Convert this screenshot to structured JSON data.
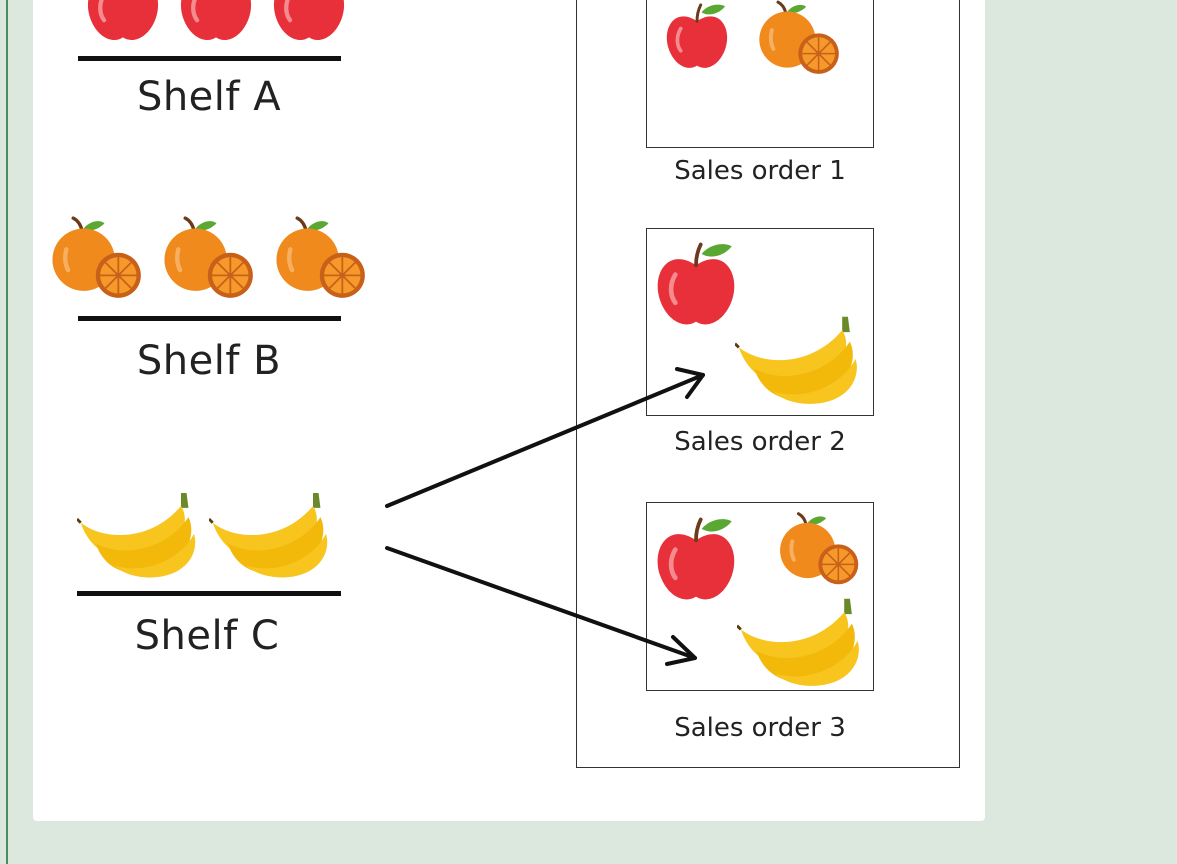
{
  "shelves": [
    {
      "label": "Shelf A",
      "fruit": "apple-icon"
    },
    {
      "label": "Shelf B",
      "fruit": "orange-icon"
    },
    {
      "label": "Shelf C",
      "fruit": "banana-icon"
    }
  ],
  "orders": [
    {
      "label": "Sales order 1",
      "items": [
        "apple-icon",
        "orange-icon"
      ]
    },
    {
      "label": "Sales order 2",
      "items": [
        "apple-icon",
        "banana-icon"
      ]
    },
    {
      "label": "Sales order 3",
      "items": [
        "apple-icon",
        "orange-icon",
        "banana-icon"
      ]
    }
  ],
  "arrows": [
    {
      "from": "Shelf C",
      "to": "Sales order 2"
    },
    {
      "from": "Shelf C",
      "to": "Sales order 3"
    }
  ],
  "colors": {
    "background": "#dce8de",
    "accent_rule": "#4f8a5e",
    "apple": "#e8303a",
    "orange": "#f08a1c",
    "banana": "#f7c51e"
  }
}
